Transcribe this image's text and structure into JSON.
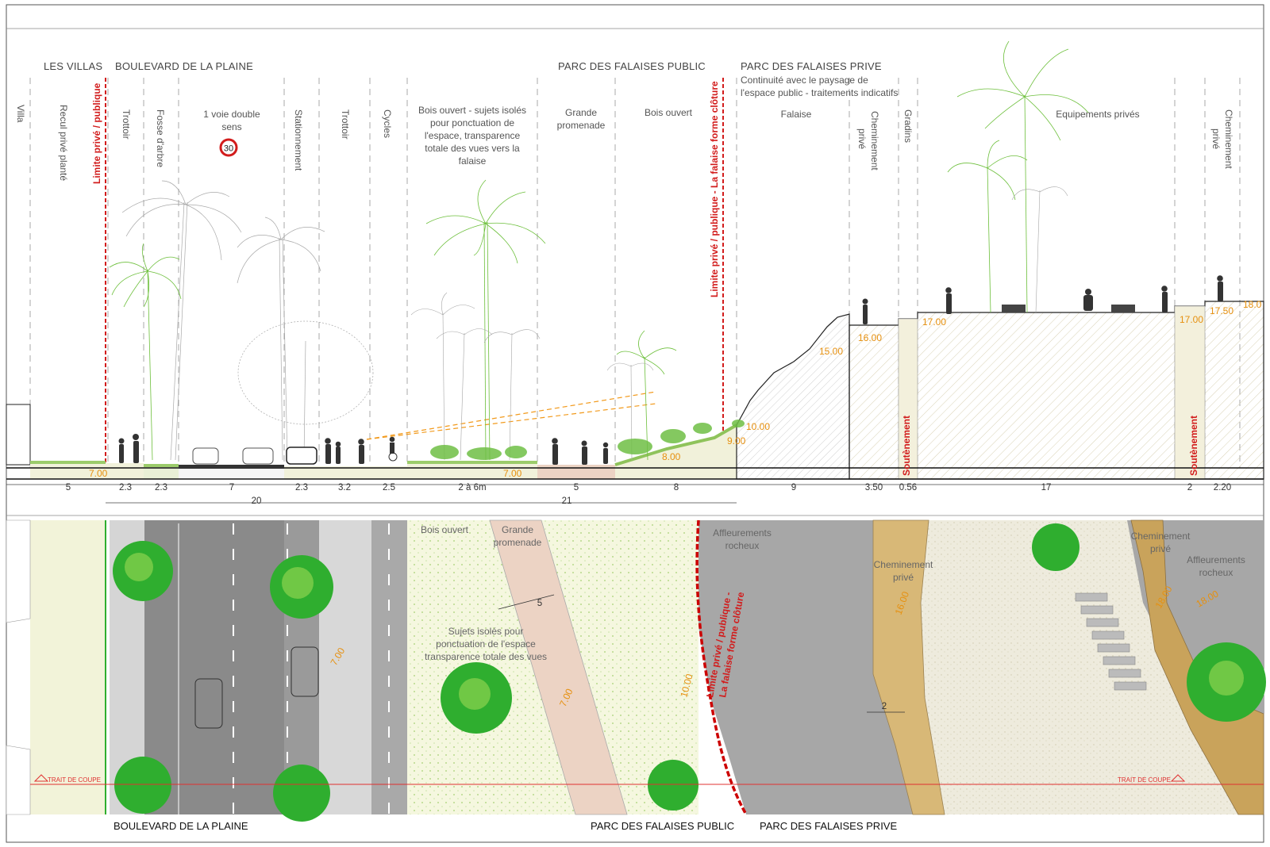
{
  "section": {
    "headers": {
      "villas": "LES VILLAS",
      "boulevard": "BOULEVARD DE LA PLAINE",
      "parc_public": "PARC DES FALAISES PUBLIC",
      "parc_prive": "PARC DES FALAISES PRIVE",
      "parc_prive_note_1": "Continuité avec le paysage de",
      "parc_prive_note_2": "l'espace public - traitements indicatifs"
    },
    "zones": {
      "villa": "Villa",
      "recul": "Recul privé planté",
      "limite": "Limite privé / publique",
      "trottoir1": "Trottoir",
      "fosse": "Fosse d'arbre",
      "voie_1": "1 voie double",
      "voie_2": "sens",
      "speed": "30",
      "stationnement": "Stationnement",
      "trottoir2": "Trottoir",
      "cycles": "Cycles",
      "bois_desc": [
        "Bois ouvert - sujets isolés",
        "pour ponctuation de",
        "l'espace, transparence",
        "totale des vues vers la",
        "falaise"
      ],
      "grande_promenade": [
        "Grande",
        "promenade"
      ],
      "bois_ouvert": "Bois ouvert",
      "limite_falaise": "Limite privé / publique - La falaise forme clôture",
      "falaise": "Falaise",
      "cheminement1": [
        "Chemine­ment",
        "privé"
      ],
      "gradins": "Gradins",
      "equipements": "Equipements privés",
      "cheminement2": [
        "Chemine­ment",
        "privé"
      ],
      "soutenement": "Soutènement"
    },
    "elevations": [
      "7.00",
      "7.00",
      "8.00",
      "9.00",
      "10.00",
      "15.00",
      "16.00",
      "17.00",
      "17.00",
      "17.50",
      "18.0"
    ],
    "dimensions_row1": [
      "5",
      "2.3",
      "2.3",
      "7",
      "2.3",
      "3.2",
      "2.5",
      "2 à 6m",
      "5",
      "8",
      "9",
      "3.50",
      "0.56",
      "17",
      "2",
      "2.20"
    ],
    "dimensions_row2": [
      "20",
      "21"
    ]
  },
  "plan": {
    "bois_ouvert": "Bois ouvert",
    "grande_promenade": [
      "Grande",
      "promenade"
    ],
    "affleurements_1": [
      "Affleurements",
      "rocheux"
    ],
    "affleurements_2": [
      "Affleurements",
      "rocheux"
    ],
    "cheminement_1": [
      "Cheminement",
      "privé"
    ],
    "cheminement_2": [
      "Cheminement",
      "privé"
    ],
    "sujets": [
      "Sujets isolés pour",
      "ponctuation de l'espace",
      "transparence totale des vues"
    ],
    "limite": [
      "Limite privé / publique -",
      "La falaise forme clôture"
    ],
    "dim_5": "5",
    "dim_2": "2",
    "elevations": [
      "7.00",
      "7.00",
      "10.00",
      "16.00",
      "18.00",
      "18.00"
    ],
    "trait_de_coupe": "TRAIT DE COUPE"
  },
  "captions": {
    "boulevard": "BOULEVARD DE LA PLAINE",
    "parc_public": "PARC DES FALAISES PUBLIC",
    "parc_prive": "PARC DES FALAISES PRIVE"
  },
  "colors": {
    "limit_red": "#d21c1c",
    "elevation_orange": "#e6900f",
    "tree_green": "#2fae2f",
    "road_gray": "#8a8a8a",
    "rock_gray": "#a7a7a7",
    "promenade_pink": "#ecd3c4",
    "path_tan": "#d8b877"
  }
}
